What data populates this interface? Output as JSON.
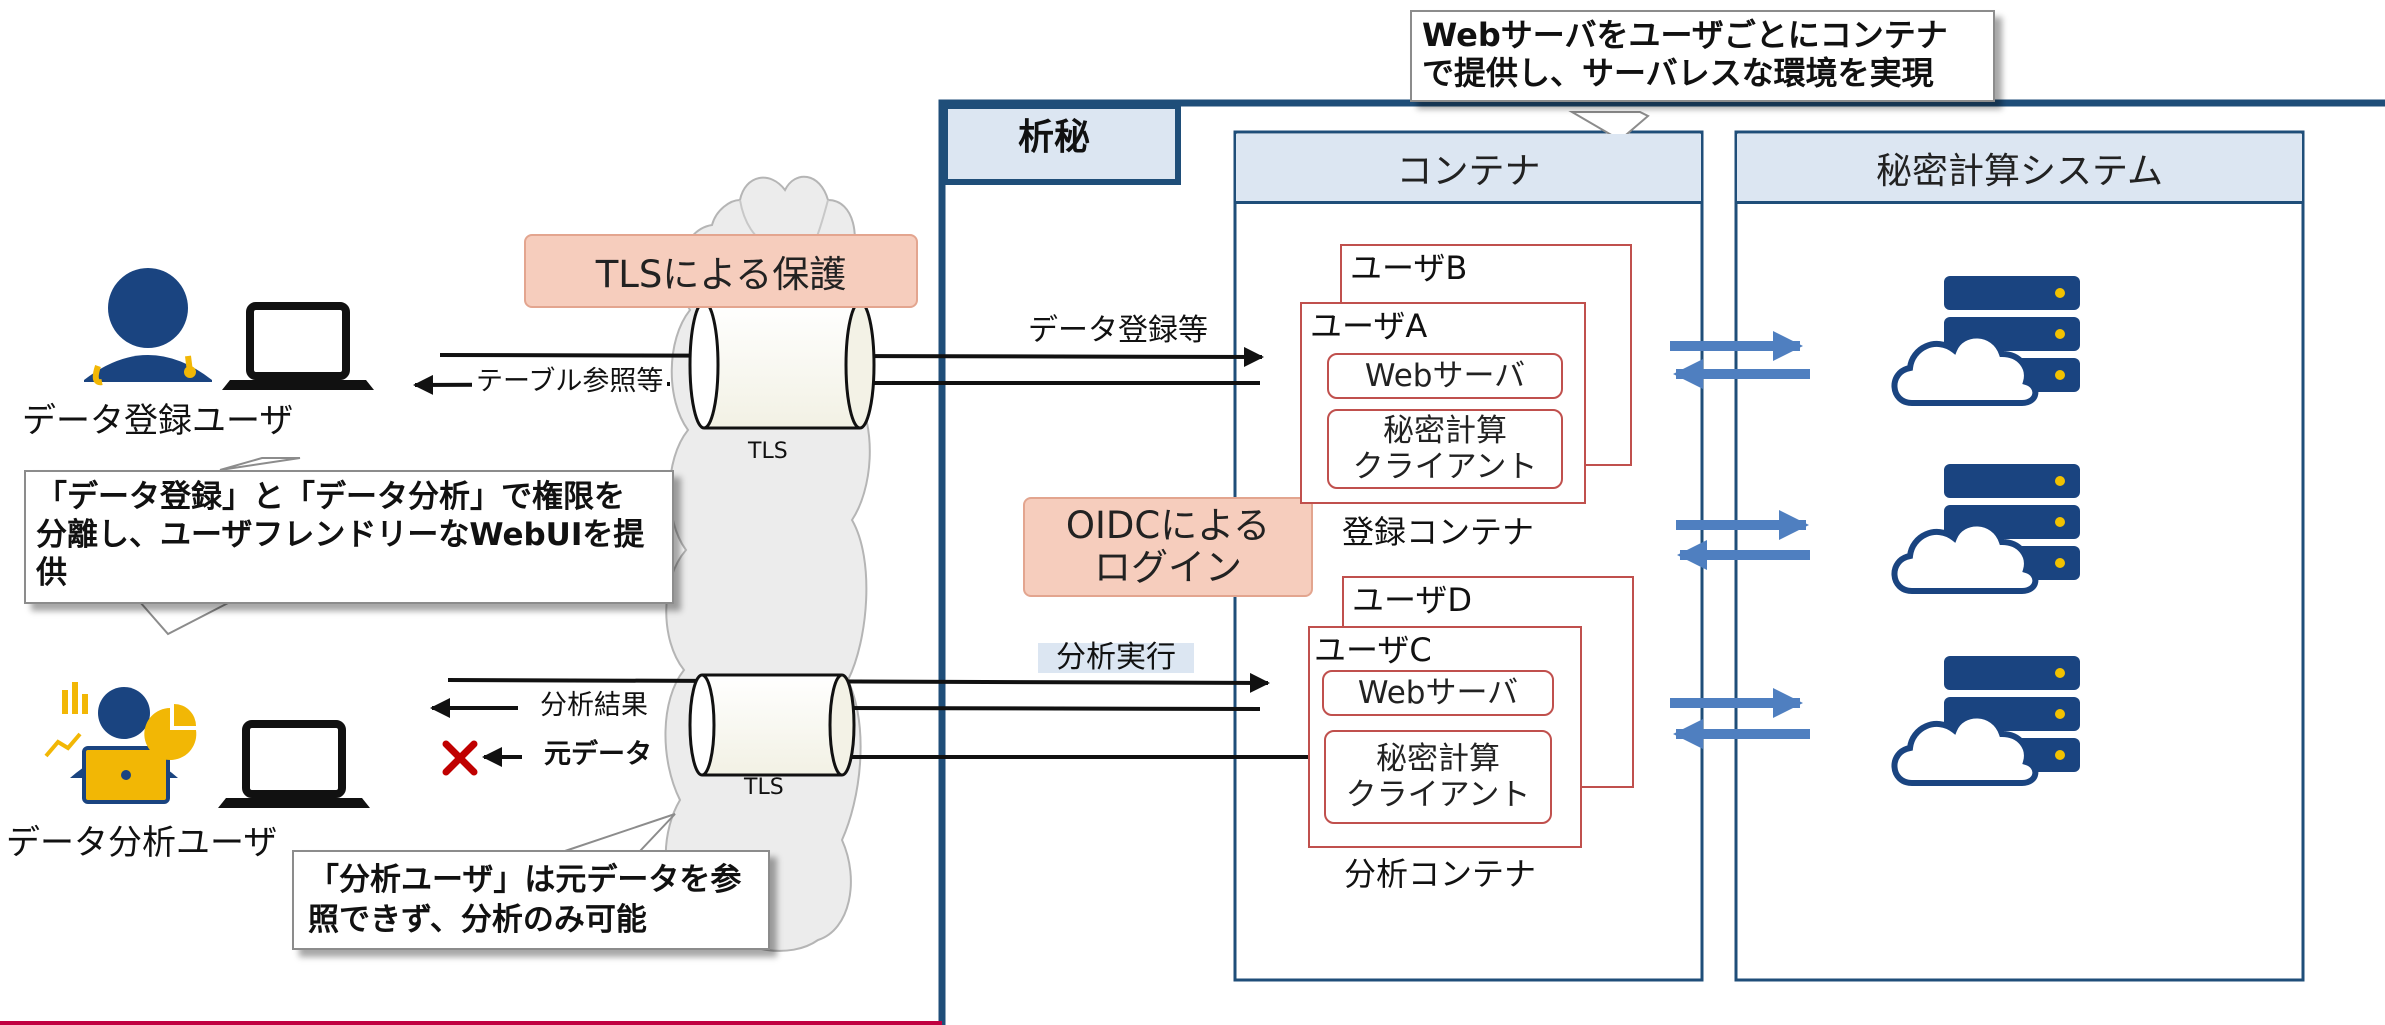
{
  "callouts": {
    "top": [
      "Webサーバをユーザごとにコンテナ",
      "で提供し、サーバレスな環境を実現"
    ],
    "left": [
      "「データ登録」と「データ分析」で権限を",
      "分離し、ユーザフレンドリーなWebUIを提",
      "供"
    ],
    "bottom": [
      "「分析ユーザ」は元データを参",
      "照できず、分析のみ可能"
    ]
  },
  "users": {
    "register_label": "データ登録ユーザ",
    "analysis_label": "データ分析ユーザ"
  },
  "network": {
    "tls_protection": "TLSによる保護",
    "tls_top": "TLS",
    "tls_bottom": "TLS",
    "table_ref": "テーブル参照等",
    "data_register": "データ登録等",
    "analysis_result": "分析結果",
    "raw_data": "元データ",
    "analysis_exec": "分析実行",
    "oidc": [
      "OIDCによる",
      "ログイン"
    ]
  },
  "system": {
    "name": "析秘",
    "container_header": "コンテナ",
    "secure_header": "秘密計算システム"
  },
  "containers": {
    "user_b": "ユーザB",
    "user_a": "ユーザA",
    "user_d": "ユーザD",
    "user_c": "ユーザC",
    "web_server": "Webサーバ",
    "client": [
      "秘密計算",
      "クライアント"
    ],
    "register_container": "登録コンテナ",
    "analysis_container": "分析コンテナ"
  },
  "colors": {
    "navy": "#1f4e79",
    "server_blue": "#1a4480",
    "arrow_blue": "#4f7fc0",
    "orange_fill": "#f6cdbd",
    "red_border": "#c0504d",
    "deny_red": "#c00000",
    "header_fill": "#dce6f2",
    "bar_gold": "#f2b705"
  },
  "icons": [
    "person-icon",
    "laptop-icon",
    "analyst-icon",
    "server-icon",
    "cloud-icon",
    "cross-icon",
    "tunnel-icon"
  ]
}
